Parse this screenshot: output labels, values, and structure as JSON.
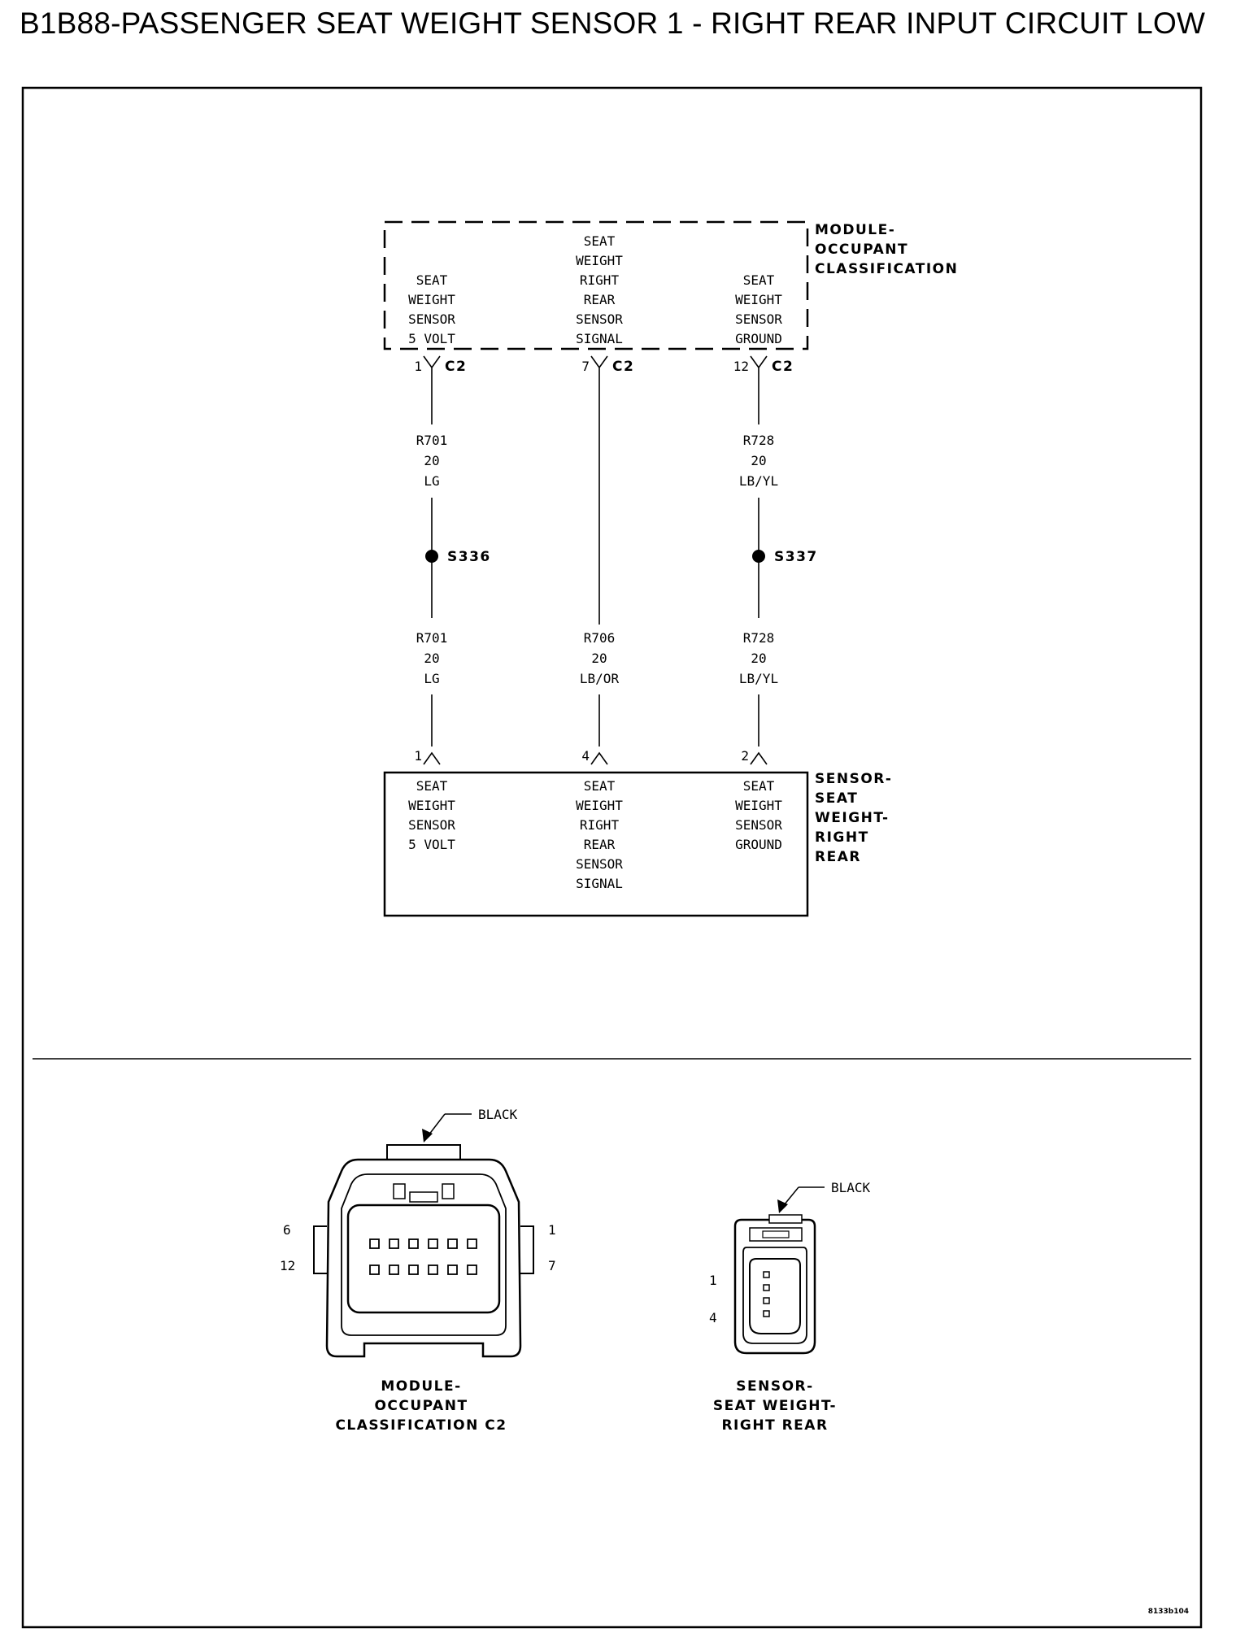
{
  "title": "B1B88-PASSENGER SEAT WEIGHT SENSOR 1 - RIGHT REAR INPUT CIRCUIT LOW",
  "module": {
    "name_lines": [
      "MODULE-",
      "OCCUPANT",
      "CLASSIFICATION"
    ],
    "left_lines": [
      "SEAT",
      "WEIGHT",
      "SENSOR",
      "5 VOLT"
    ],
    "mid_lines": [
      "SEAT",
      "WEIGHT",
      "RIGHT",
      "REAR",
      "SENSOR",
      "SIGNAL"
    ],
    "right_lines": [
      "SEAT",
      "WEIGHT",
      "SENSOR",
      "GROUND"
    ],
    "pins": [
      {
        "pin": "1",
        "connector": "C2"
      },
      {
        "pin": "7",
        "connector": "C2"
      },
      {
        "pin": "12",
        "connector": "C2"
      }
    ]
  },
  "wires": {
    "left_upper": [
      "R701",
      "20",
      "LG"
    ],
    "right_upper": [
      "R728",
      "20",
      "LB/YL"
    ],
    "left_lower": [
      "R701",
      "20",
      "LG"
    ],
    "mid": [
      "R706",
      "20",
      "LB/OR"
    ],
    "right_lower": [
      "R728",
      "20",
      "LB/YL"
    ]
  },
  "splices": {
    "left": "S336",
    "right": "S337"
  },
  "sensor": {
    "name_lines": [
      "SENSOR-",
      "SEAT",
      "WEIGHT-",
      "RIGHT",
      "REAR"
    ],
    "pins": [
      "1",
      "4",
      "2"
    ],
    "left_lines": [
      "SEAT",
      "WEIGHT",
      "SENSOR",
      "5 VOLT"
    ],
    "mid_lines": [
      "SEAT",
      "WEIGHT",
      "RIGHT",
      "REAR",
      "SENSOR",
      "SIGNAL"
    ],
    "right_lines": [
      "SEAT",
      "WEIGHT",
      "SENSOR",
      "GROUND"
    ]
  },
  "connector_c2": {
    "color_label": "BLACK",
    "pin_labels": {
      "top_left": "6",
      "bottom_left": "12",
      "top_right": "1",
      "bottom_right": "7"
    },
    "caption_lines": [
      "MODULE-",
      "OCCUPANT",
      "CLASSIFICATION C2"
    ]
  },
  "connector_sensor": {
    "color_label": "BLACK",
    "pin_labels": {
      "top": "1",
      "bottom": "4"
    },
    "caption_lines": [
      "SENSOR-",
      "SEAT WEIGHT-",
      "RIGHT REAR"
    ]
  },
  "figure_id": "8133b104"
}
